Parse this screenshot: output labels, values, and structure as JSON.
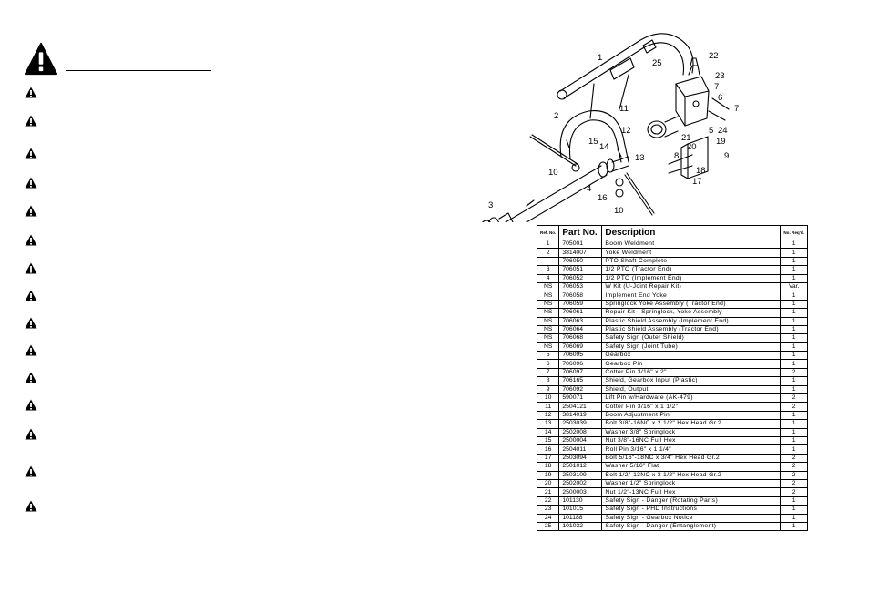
{
  "warnings": {
    "count": 15,
    "icon": "warning-triangle-icon"
  },
  "diagram": {
    "callouts": [
      "1",
      "25",
      "22",
      "23",
      "7",
      "6",
      "7",
      "24",
      "5",
      "21",
      "19",
      "20",
      "8",
      "9",
      "18",
      "17",
      "11",
      "12",
      "2",
      "15",
      "14",
      "13",
      "10",
      "4",
      "16",
      "10",
      "3"
    ]
  },
  "parts_table": {
    "headers": {
      "ref": "Ref. No.",
      "part": "Part No.",
      "description": "Description",
      "req": "No. Req'd."
    },
    "rows": [
      {
        "ref": "1",
        "part": "705001",
        "desc": "Boom Weldment",
        "req": "1"
      },
      {
        "ref": "2",
        "part": "3814007",
        "desc": "Yoke Weldment",
        "req": "1"
      },
      {
        "ref": "",
        "part": "706050",
        "desc": "PTO Shaft Complete",
        "req": "1"
      },
      {
        "ref": "3",
        "part": "706051",
        "desc": "1/2 PTO (Tractor End)",
        "req": "1"
      },
      {
        "ref": "4",
        "part": "706052",
        "desc": "1/2 PTO (Implement End)",
        "req": "1"
      },
      {
        "ref": "NS",
        "part": "706053",
        "desc": "W Kit (U-Joint Repair Kit)",
        "req": "Var."
      },
      {
        "ref": "NS",
        "part": "706058",
        "desc": "Implement End Yoke",
        "req": "1"
      },
      {
        "ref": "NS",
        "part": "706059",
        "desc": "Springlock Yoke Assembly (Tractor End)",
        "req": "1"
      },
      {
        "ref": "NS",
        "part": "706061",
        "desc": "Repair Kit - Springlock, Yoke Assembly",
        "req": "1"
      },
      {
        "ref": "NS",
        "part": "706063",
        "desc": "Plastic Shield Assembly (Implement End)",
        "req": "1"
      },
      {
        "ref": "NS",
        "part": "706064",
        "desc": "Plastic Shield Assembly (Tractor End)",
        "req": "1"
      },
      {
        "ref": "NS",
        "part": "706068",
        "desc": "Safety Sign (Outer Shield)",
        "req": "1"
      },
      {
        "ref": "NS",
        "part": "706069",
        "desc": "Safety Sign (Joint Tube)",
        "req": "1"
      },
      {
        "ref": "5",
        "part": "706095",
        "desc": "Gearbox",
        "req": "1"
      },
      {
        "ref": "6",
        "part": "706096",
        "desc": "Gearbox Pin",
        "req": "1"
      },
      {
        "ref": "7",
        "part": "706097",
        "desc": "Cotter Pin 3/16\" x 2\"",
        "req": "2"
      },
      {
        "ref": "8",
        "part": "706165",
        "desc": "Shield, Gearbox Input (Plastic)",
        "req": "1"
      },
      {
        "ref": "9",
        "part": "706092",
        "desc": "Shield, Output",
        "req": "1"
      },
      {
        "ref": "10",
        "part": "590071",
        "desc": "Lift Pin w/Hardware (AK-479)",
        "req": "2"
      },
      {
        "ref": "11",
        "part": "2504121",
        "desc": "Cotter Pin 3/16\" x 1 1/2\"",
        "req": "2"
      },
      {
        "ref": "12",
        "part": "3814019",
        "desc": "Boom Adjustment Pin",
        "req": "1"
      },
      {
        "ref": "13",
        "part": "2503039",
        "desc": "Bolt 3/8\"-16NC x 2 1/2\" Hex Head Gr.2",
        "req": "1"
      },
      {
        "ref": "14",
        "part": "2502008",
        "desc": "Washer 3/8\" Springlock",
        "req": "1"
      },
      {
        "ref": "15",
        "part": "2500004",
        "desc": "Nut 3/8\"-16NC Full Hex",
        "req": "1"
      },
      {
        "ref": "16",
        "part": "2504011",
        "desc": "Roll Pin 3/16\" x 1 1/4\"",
        "req": "1"
      },
      {
        "ref": "17",
        "part": "2503094",
        "desc": "Bolt 5/16\"-18NC x 3/4\" Hex Head Gr.2",
        "req": "2"
      },
      {
        "ref": "18",
        "part": "2501012",
        "desc": "Washer 5/16\" Flat",
        "req": "2"
      },
      {
        "ref": "19",
        "part": "2503109",
        "desc": "Bolt 1/2\"-13NC x 3 1/2\" Hex Head Gr.2",
        "req": "2"
      },
      {
        "ref": "20",
        "part": "2502002",
        "desc": "Washer 1/2\" Springlock",
        "req": "2"
      },
      {
        "ref": "21",
        "part": "2500003",
        "desc": "Nut 1/2\"-13NC Full Hex",
        "req": "2"
      },
      {
        "ref": "22",
        "part": "101130",
        "desc": "Safety Sign - Danger (Rotating Parts)",
        "req": "1"
      },
      {
        "ref": "23",
        "part": "101015",
        "desc": "Safety Sign - PHD Instructions",
        "req": "1"
      },
      {
        "ref": "24",
        "part": "101188",
        "desc": "Safety Sign - Gearbox Notice",
        "req": "1"
      },
      {
        "ref": "25",
        "part": "101032",
        "desc": "Safety Sign - Danger (Entanglement)",
        "req": "1"
      }
    ]
  }
}
